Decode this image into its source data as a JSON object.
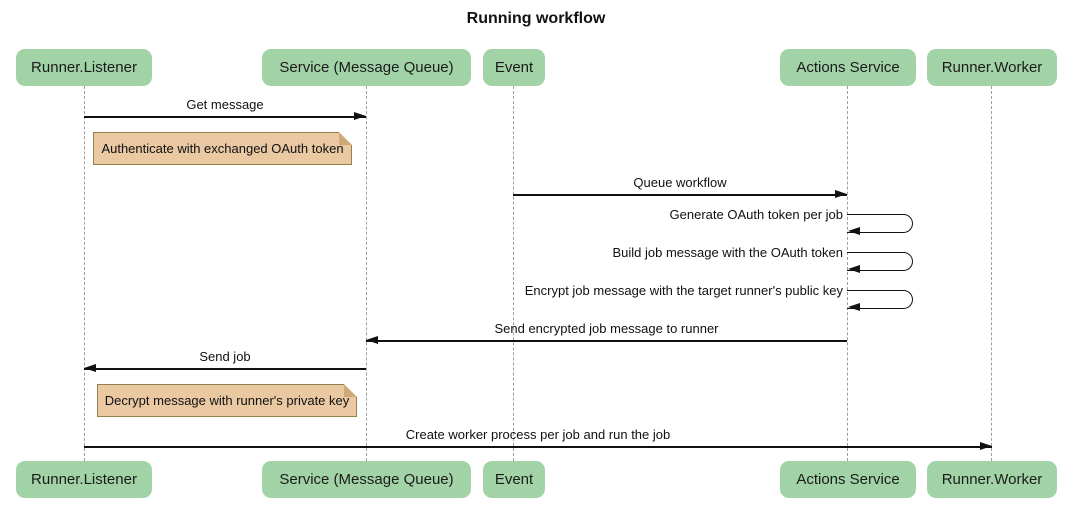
{
  "title": "Running workflow",
  "actors": [
    {
      "label": "Runner.Listener"
    },
    {
      "label": "Service (Message Queue)"
    },
    {
      "label": "Event"
    },
    {
      "label": "Actions Service"
    },
    {
      "label": "Runner.Worker"
    }
  ],
  "messages": [
    {
      "label": "Get message",
      "from": "Runner.Listener",
      "to": "Service (Message Queue)",
      "kind": "solid-arrow",
      "direction": "right"
    },
    {
      "label": "Queue workflow",
      "from": "Event",
      "to": "Actions Service",
      "kind": "solid-arrow",
      "direction": "right"
    },
    {
      "label": "Generate OAuth token per job",
      "from": "Actions Service",
      "to": "Actions Service",
      "kind": "self-loop"
    },
    {
      "label": "Build job message with the OAuth token",
      "from": "Actions Service",
      "to": "Actions Service",
      "kind": "self-loop"
    },
    {
      "label": "Encrypt job message with the target runner's public key",
      "from": "Actions Service",
      "to": "Actions Service",
      "kind": "self-loop"
    },
    {
      "label": "Send encrypted job message to runner",
      "from": "Actions Service",
      "to": "Service (Message Queue)",
      "kind": "solid-arrow",
      "direction": "left"
    },
    {
      "label": "Send job",
      "from": "Service (Message Queue)",
      "to": "Runner.Listener",
      "kind": "solid-arrow",
      "direction": "left"
    },
    {
      "label": "Create worker process per job and run the job",
      "from": "Runner.Listener",
      "to": "Runner.Worker",
      "kind": "solid-arrow",
      "direction": "right"
    }
  ],
  "notes": [
    {
      "label": "Authenticate with exchanged OAuth token",
      "over": "Runner.Listener"
    },
    {
      "label": "Decrypt message with runner's private key",
      "over": "Runner.Listener"
    }
  ],
  "colors": {
    "background": "#ffffff",
    "actor_fill": "#a2d3a7",
    "actor_text": "#1b1b1b",
    "note_fill": "#e9c8a2",
    "note_border": "#96824f",
    "message_line": "#111111",
    "lifeline": "#9e9e9e"
  }
}
